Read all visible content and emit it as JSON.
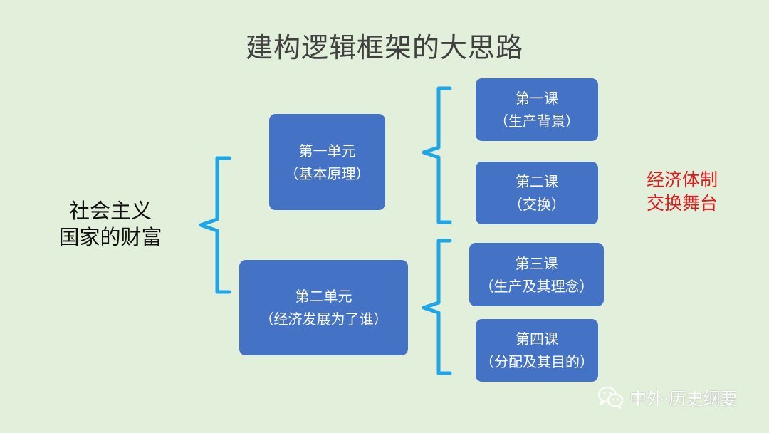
{
  "title": "建构逻辑框架的大思路",
  "root": {
    "line1": "社会主义",
    "line2": "国家的财富"
  },
  "units": [
    {
      "line1": "第一单元",
      "line2": "（基本原理）"
    },
    {
      "line1": "第二单元",
      "line2": "（经济发展为了谁）"
    }
  ],
  "lessons": [
    {
      "line1": "第一课",
      "line2": "（生产背景）"
    },
    {
      "line1": "第二课",
      "line2": "（交换）"
    },
    {
      "line1": "第三课",
      "line2": "（生产及其理念）"
    },
    {
      "line1": "第四课",
      "line2": "（分配及其目的）"
    }
  ],
  "note": {
    "line1": "经济体制",
    "line2": "交换舞台"
  },
  "watermark": {
    "text": "中外·历史纲要",
    "icon": "wechat-icon"
  },
  "colors": {
    "background": "#e2efda",
    "box": "#4472c4",
    "bracket": "#1fa6e8",
    "note": "#e01a1a",
    "title": "#404040"
  }
}
